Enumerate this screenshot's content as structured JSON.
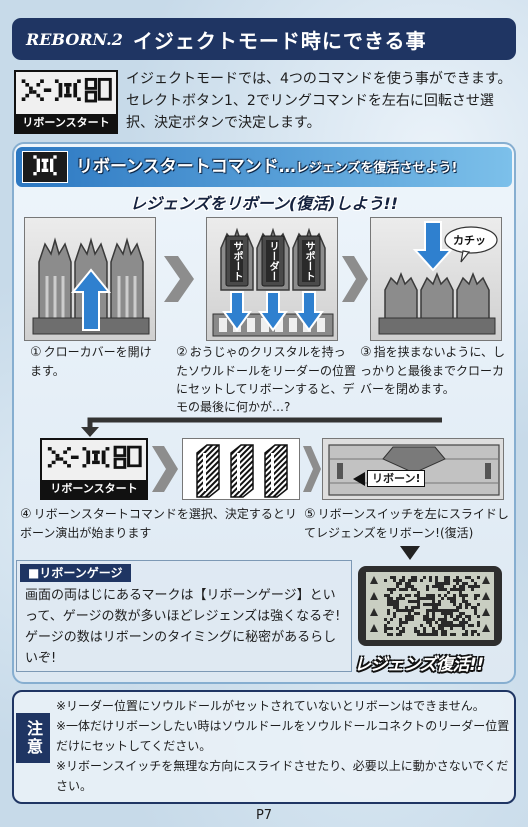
{
  "header": {
    "series": "REBORN.2",
    "title": "イジェクトモード時にできる事"
  },
  "intro": {
    "icon": "reborn-start-icon",
    "icon_label": "リボーンスタート",
    "text": "イジェクトモードでは、4つのコマンドを使う事ができます。セレクトボタン1、2でリングコマンドを左右に回転させ選択、決定ボタンで決定します。"
  },
  "section": {
    "icon": "reborn-start-command-icon",
    "title": "リボーンスタートコマンド…",
    "subtitle": "レジェンズを復活させよう!",
    "heading": "レジェンズをリボーン(復活)しよう!!",
    "steps": [
      {
        "number": "①",
        "text": "クローカバーを開けます。"
      },
      {
        "number": "②",
        "text": "おうじゃのクリスタルを持ったソウルドールをリーダーの位置にセットしてリボーンすると、デモの最後に何かが…?",
        "labels": [
          "サポート",
          "リーダー",
          "サポート"
        ]
      },
      {
        "number": "③",
        "text": "指を挟まないように、しっかりと最後までクローカバーを閉めます。",
        "sound": "カチッ"
      },
      {
        "number": "④",
        "text": "リボーンスタートコマンドを選択、決定するとリボーン演出が始まります",
        "icon_label": "リボーンスタート"
      },
      {
        "number": "⑤",
        "text": "リボーンスイッチを左にスライドしてレジェンズをリボーン!(復活)",
        "switch_label": "リボーン!"
      }
    ],
    "gauge_box": {
      "title": "■リボーンゲージ",
      "text": "画面の両はじにあるマークは【リボーンゲージ】といって、ゲージの数が多いほどレジェンズは強くなるぞ!ゲージの数はリボーンのタイミングに秘密があるらしいぞ!"
    },
    "banner": "レジェンズ復活!!"
  },
  "notes": {
    "label": "注意",
    "items": [
      "※リーダー位置にソウルドールがセットされていないとリボーンはできません。",
      "※一体だけリボーンしたい時はソウルドールをソウルドールコネクトのリーダー位置だけにセットしてください。",
      "※リボーンスイッチを無理な方向にスライドさせたり、必要以上に動かさないでください。"
    ]
  },
  "page_number": "P7",
  "colors": {
    "navy": "#1f3563",
    "accent": "#2f80cf",
    "panel": "#e8f1f8",
    "page": "#c7dae9",
    "device": "#8c8c8c"
  }
}
